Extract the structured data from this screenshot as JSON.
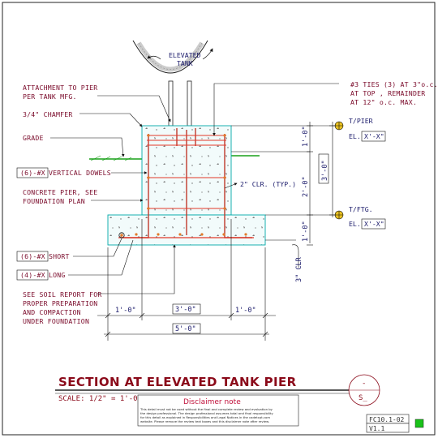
{
  "drawing": {
    "tank_label_1": "ELEVATED",
    "tank_label_2": "TANK",
    "attach_1": "ATTACHMENT TO PIER",
    "attach_2": "PER TANK MFG.",
    "chamfer": "3/4\" CHAMFER",
    "grade": "GRADE",
    "dowel_tag": "(6)-#X",
    "dowel_text": "VERTICAL DOWELS",
    "pier_1": "CONCRETE PIER, SEE",
    "pier_2": "FOUNDATION PLAN",
    "short_tag": "(6)-#X",
    "short_text": "SHORT",
    "long_tag": "(4)-#X",
    "long_text": "LONG",
    "soil_1": "SEE SOIL REPORT FOR",
    "soil_2": "PROPER PREPARATION",
    "soil_3": "AND COMPACTION",
    "soil_4": "UNDER FOUNDATION",
    "ties_1": "#3 TIES (3) AT 3\"o.c.",
    "ties_2": "AT TOP , REMAINDER",
    "ties_3": "AT 12\" o.c. MAX.",
    "tpier": "T/PIER",
    "tpier_el": "EL.",
    "tpier_val": "X'-X\"",
    "tftg": "T/FTG.",
    "tftg_el": "EL.",
    "tftg_val": "X'-X\"",
    "clr": "2\" CLR. (TYP.)",
    "clr3": "3\" CLR",
    "dim_1_0_a": "1'-0\"",
    "dim_2_0": "2'-0\"",
    "dim_3_0_box": "3'-0\"",
    "dim_1_0_b": "1'-0\"",
    "dim_1_0_left": "1'-0\"",
    "dim_3_0": "3'-0\"",
    "dim_1_0_right": "1'-0\"",
    "dim_5_0": "5'-0\""
  },
  "title_block": {
    "title": "SECTION AT ELEVATED TANK PIER",
    "scale": "SCALE: 1/2\" = 1'-0\"",
    "section_top": "-",
    "section_bottom": "S_",
    "disclaimer_heading": "Disclaimer note",
    "disclaimer_lines": [
      "This detail must not be used without the final and complete review and evaluation by",
      "the design professional. The design professional assumes total and final responsibility",
      "for this detail as explained in Responsibilities and Legal Notices in the cadetcpt.com",
      "website. Please remove the review text boxes and this disclaimer note after review."
    ],
    "code": "FC10.1-02",
    "version": "V1.1",
    "status_color": "#19c219"
  }
}
